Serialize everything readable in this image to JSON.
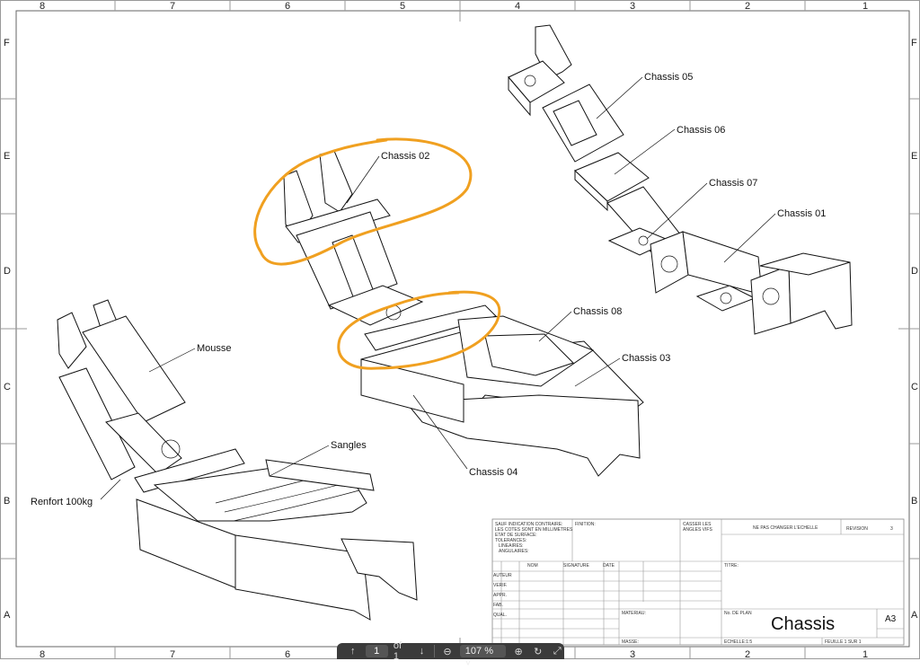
{
  "zones": {
    "columns": [
      "8",
      "7",
      "6",
      "5",
      "4",
      "3",
      "2",
      "1"
    ],
    "rows": [
      "F",
      "E",
      "D",
      "C",
      "B",
      "A"
    ]
  },
  "labels": {
    "chassis05": "Chassis 05",
    "chassis06": "Chassis 06",
    "chassis07": "Chassis 07",
    "chassis01": "Chassis 01",
    "chassis02": "Chassis 02",
    "chassis08": "Chassis 08",
    "chassis03": "Chassis 03",
    "chassis04": "Chassis 04",
    "mousse": "Mousse",
    "sangles": "Sangles",
    "renfort": "Renfort 100kg"
  },
  "title_block": {
    "notes": [
      "SAUF INDICATION CONTRAIRE:",
      "LES COTES SONT EN MILLIMETRES",
      "ETAT DE SURFACE:",
      "TOLERANCES:",
      "   LINEAIRES:",
      "   ANGULAIRES:"
    ],
    "finition": "FINITION:",
    "casser": [
      "CASSER LES",
      "ANGLES VIFS"
    ],
    "ne_pas_changer": "NE PAS CHANGER L'ECHELLE",
    "revision_label": "REVISION",
    "revision": "3",
    "headers": [
      "NOM",
      "SIGNATURE",
      "DATE"
    ],
    "roles": [
      "AUTEUR",
      "VERIF.",
      "APPR.",
      "FAB.",
      "QUAL."
    ],
    "titre": "TITRE:",
    "materiau": "MATERIAU:",
    "masse": "MASSE:",
    "no_plan": "No. DE PLAN",
    "title": "Chassis",
    "format": "A3",
    "echelle": "ECHELLE:1:5",
    "feuille": "FEUILLE 1 SUR 1"
  },
  "toolbar": {
    "page": "1",
    "page_of": "of 1",
    "zoom": "107 %"
  },
  "colors": {
    "annotation": "#f0a020",
    "toolbar": "#3b3b3b"
  }
}
